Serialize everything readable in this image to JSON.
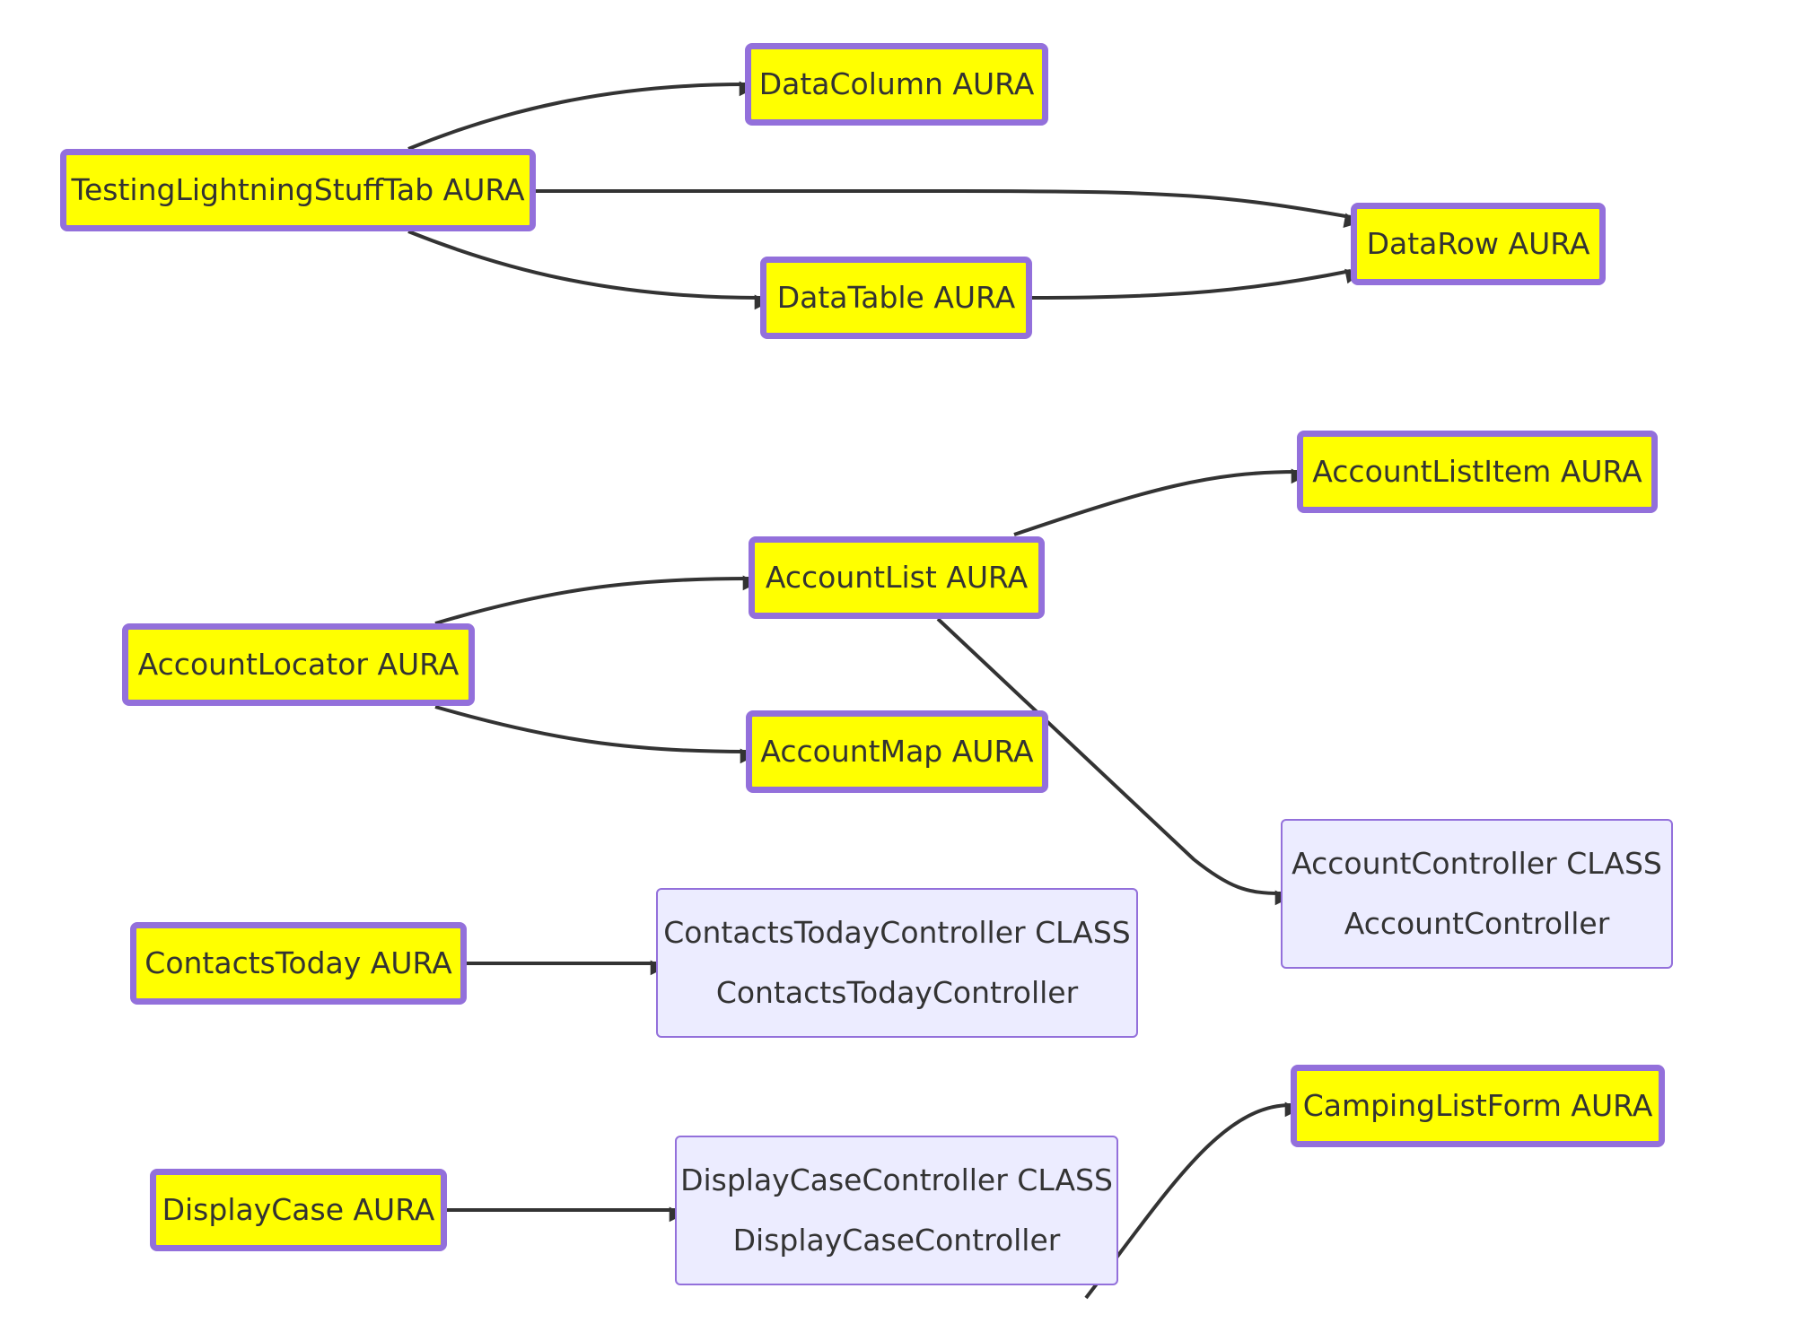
{
  "diagram": {
    "colors": {
      "aura_fill": "#ffff00",
      "aura_border": "#9370db",
      "class_fill": "#ececff",
      "class_border": "#9370db",
      "edge": "#333333",
      "text": "#333333"
    },
    "nodes": {
      "testing_tab": {
        "label": "TestingLightningStuffTab AURA",
        "kind": "aura"
      },
      "data_column": {
        "label": "DataColumn AURA",
        "kind": "aura"
      },
      "data_row": {
        "label": "DataRow AURA",
        "kind": "aura"
      },
      "data_table": {
        "label": "DataTable AURA",
        "kind": "aura"
      },
      "account_list_item": {
        "label": "AccountListItem AURA",
        "kind": "aura"
      },
      "account_list": {
        "label": "AccountList AURA",
        "kind": "aura"
      },
      "account_locator": {
        "label": "AccountLocator AURA",
        "kind": "aura"
      },
      "account_map": {
        "label": "AccountMap AURA",
        "kind": "aura"
      },
      "account_controller": {
        "title": "AccountController CLASS",
        "subtitle": "AccountController",
        "kind": "class"
      },
      "contacts_today": {
        "label": "ContactsToday AURA",
        "kind": "aura"
      },
      "contacts_today_controller": {
        "title": "ContactsTodayController CLASS",
        "subtitle": "ContactsTodayController",
        "kind": "class"
      },
      "camping_list_form": {
        "label": "CampingListForm AURA",
        "kind": "aura"
      },
      "display_case": {
        "label": "DisplayCase AURA",
        "kind": "aura"
      },
      "display_case_controller": {
        "title": "DisplayCaseController CLASS",
        "subtitle": "DisplayCaseController",
        "kind": "class"
      }
    },
    "edges": [
      {
        "from": "testing_tab",
        "to": "data_column"
      },
      {
        "from": "testing_tab",
        "to": "data_row"
      },
      {
        "from": "testing_tab",
        "to": "data_table"
      },
      {
        "from": "data_table",
        "to": "data_row"
      },
      {
        "from": "account_locator",
        "to": "account_list"
      },
      {
        "from": "account_locator",
        "to": "account_map"
      },
      {
        "from": "account_list",
        "to": "account_list_item"
      },
      {
        "from": "account_list",
        "to": "account_controller"
      },
      {
        "from": "contacts_today",
        "to": "contacts_today_controller"
      },
      {
        "from": "display_case",
        "to": "display_case_controller"
      },
      {
        "to": "camping_list_form"
      }
    ]
  }
}
